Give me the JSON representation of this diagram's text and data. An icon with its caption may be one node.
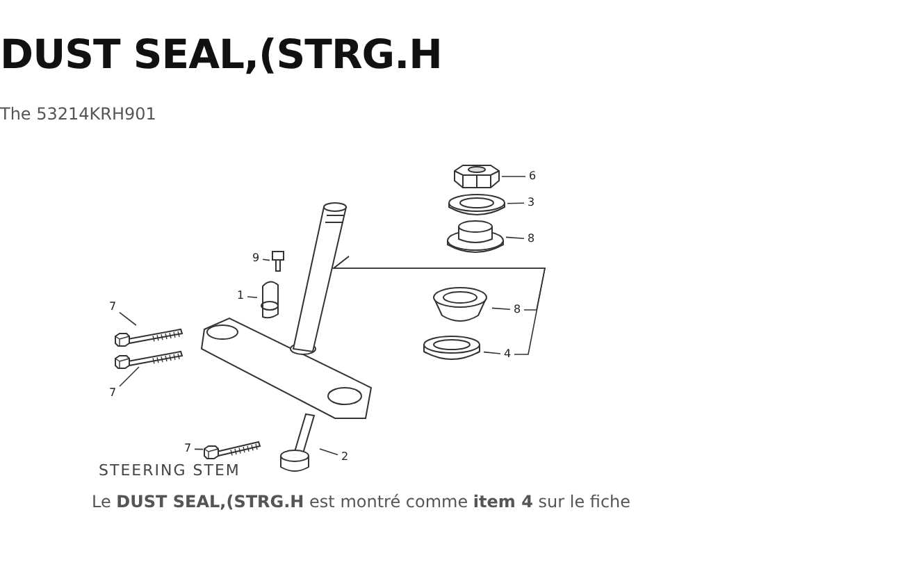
{
  "diagram": {
    "title": "DUST SEAL,(STRG.H",
    "nodes": [
      {
        "text": [
          "6"
        ]
      },
      {
        "text": [],
        "shape": "picture"
      },
      {
        "text": [
          "3"
        ]
      },
      {
        "text": [],
        "shape": "picture"
      },
      {
        "text": [
          "8"
        ]
      },
      {
        "text": [],
        "shape": "picture"
      },
      {
        "text": [
          "9"
        ]
      },
      {
        "text": [],
        "shape": "picture"
      },
      {
        "text": [
          "1"
        ]
      },
      {
        "text": [],
        "shape": "picture"
      },
      {
        "text": [
          "8"
        ]
      },
      {
        "text": [],
        "shape": "picture"
      },
      {
        "text": [
          "4"
        ]
      },
      {
        "text": [],
        "shape": "picture"
      },
      {
        "text": [
          "7"
        ]
      },
      {
        "text": [
          "7"
        ]
      },
      {
        "text": [
          "7"
        ]
      },
      {
        "text": [],
        "shape": "picture"
      },
      {
        "text": [],
        "shape": "picture"
      },
      {
        "text": [],
        "shape": "picture"
      },
      {
        "text": [
          "2"
        ]
      },
      {
        "text": [],
        "shape": "picture"
      },
      {
        "text": [],
        "shape": "picture"
      }
    ],
    "edges": [
      {
        "from": 0,
        "to": 1,
        "arrow": "none"
      },
      {
        "from": 2,
        "to": 3,
        "arrow": "none"
      },
      {
        "from": 4,
        "to": 5,
        "arrow": "none"
      },
      {
        "from": 6,
        "to": 7,
        "arrow": "none"
      },
      {
        "from": 8,
        "to": 9,
        "arrow": "none"
      },
      {
        "from": 10,
        "to": 11,
        "arrow": "none"
      },
      {
        "from": 12,
        "to": 13,
        "arrow": "none"
      },
      {
        "from": 14,
        "to": 17,
        "arrow": "none"
      },
      {
        "from": 15,
        "to": 18,
        "arrow": "none"
      },
      {
        "from": 16,
        "to": 19,
        "arrow": "none"
      },
      {
        "from": 20,
        "to": 21,
        "arrow": "none"
      },
      {
        "from": 22,
        "to": 10,
        "arrow": "none"
      },
      {
        "from": 22,
        "to": 12,
        "arrow": "none"
      }
    ],
    "labels": [
      "The 53214KRH901",
      "STEERING STEM",
      "Le **DUST SEAL,(STRG.H** est montré comme **item 4** sur le fiche"
    ]
  }
}
